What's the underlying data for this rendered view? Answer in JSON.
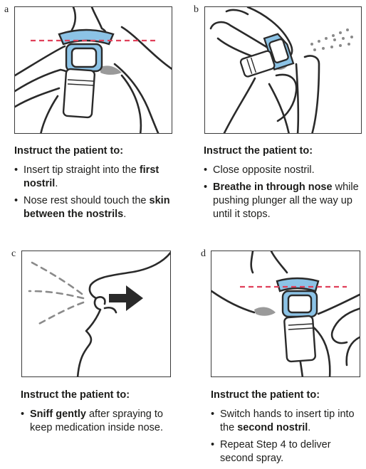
{
  "steps": [
    {
      "letter": "a",
      "title": "Instruct the patient to:",
      "bullets": [
        [
          {
            "t": "Insert tip straight into the "
          },
          {
            "t": "first nostril",
            "b": true
          },
          {
            "t": "."
          }
        ],
        [
          {
            "t": "Nose rest should touch the "
          },
          {
            "t": "skin between the nostrils",
            "b": true
          },
          {
            "t": "."
          }
        ]
      ]
    },
    {
      "letter": "b",
      "title": "Instruct the patient to:",
      "bullets": [
        [
          {
            "t": "Close opposite nostril."
          }
        ],
        [
          {
            "t": "Breathe in through nose",
            "b": true
          },
          {
            "t": " while pushing plunger all the way up until it stops."
          }
        ]
      ]
    },
    {
      "letter": "c",
      "title": "Instruct the patient to:",
      "bullets": [
        [
          {
            "t": "Sniff gently",
            "b": true
          },
          {
            "t": " after spraying to keep medication inside nose."
          }
        ]
      ]
    },
    {
      "letter": "d",
      "title": "Instruct the patient to:",
      "bullets": [
        [
          {
            "t": "Switch hands to insert tip into the "
          },
          {
            "t": "second nostril",
            "b": true
          },
          {
            "t": "."
          }
        ],
        [
          {
            "t": "Repeat Step 4 to deliver second spray."
          }
        ]
      ]
    }
  ],
  "colors": {
    "device_blue": "#8cc3e6",
    "guide_red": "#e0405a",
    "shadow_gray": "#9a9a9a",
    "line": "#2a2a2a"
  }
}
